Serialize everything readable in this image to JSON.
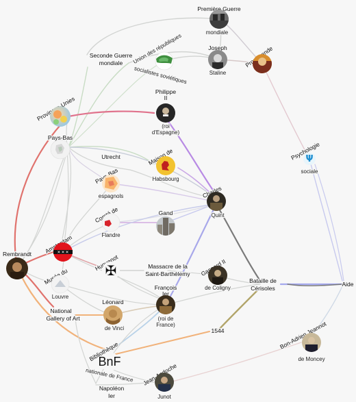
{
  "nodes": {
    "premiere_guerre": {
      "label": "Première Guerre mondiale",
      "label_top": "Première Guerre",
      "label_bottom": "mondiale"
    },
    "union_republiques": {
      "label": "Union des républiques socialistes soviétiques",
      "label_top": "Union des républiques",
      "label_bottom": "socialistes soviétiques"
    },
    "joseph_staline": {
      "label": "Joseph Staline",
      "label_top": "Joseph",
      "label_bottom": "Staline"
    },
    "propagande": {
      "label": "Propagande",
      "label_top": "Propagande"
    },
    "seconde_guerre": {
      "label_line1": "Seconde Guerre",
      "label_line2": "mondiale"
    },
    "provinces_unies": {
      "label": "Provinces-Unies",
      "label_top": "Provinces-Unies"
    },
    "philippe_ii": {
      "label": "Philippe II (roi d'Espagne)",
      "label_top1": "Philippe",
      "label_top2": "II",
      "label_b1": "(roi",
      "label_b2": "d'Espagne)"
    },
    "pays_bas": {
      "label": "Pays-Bas",
      "label_top": "Pays-Bas"
    },
    "utrecht": {
      "label": "Utrecht"
    },
    "maison_habsbourg": {
      "label": "Maison de Habsbourg",
      "label_top": "Maison de",
      "label_bottom": "Habsbourg"
    },
    "psychologie_sociale": {
      "label": "Psychologie sociale",
      "label_top": "Psychologie",
      "label_bottom": "sociale"
    },
    "pays_bas_espagnols": {
      "label": "Pays-Bas espagnols",
      "label_top": "Pays-Bas",
      "label_bottom": "espagnols"
    },
    "charles_quint": {
      "label": "Charles Quint",
      "label_top": "Charles",
      "label_bottom": "Quint"
    },
    "comte_flandre": {
      "label": "Comté de Flandre",
      "label_top": "Comté de",
      "label_bottom": "Flandre"
    },
    "gand": {
      "label": "Gand",
      "label_top": "Gand"
    },
    "amsterdam": {
      "label": "Amsterdam",
      "label_top": "Amsterdam"
    },
    "rembrandt": {
      "label": "Rembrandt",
      "label_top": "Rembrandt"
    },
    "huguenot": {
      "label": "Huguenot",
      "label_top": "Huguenot"
    },
    "massacre": {
      "label_line1": "Massacre de la",
      "label_line2": "Saint-Barthélemy"
    },
    "gaspard_coligny": {
      "label": "Gaspard II de Coligny",
      "label_top": "Gaspard II",
      "label_bottom": "de Coligny"
    },
    "bataille_cerisoles": {
      "label_line1": "Bataille de",
      "label_line2": "Cérisoles"
    },
    "aide": {
      "label": "Aide"
    },
    "musee_louvre": {
      "label": "Musée du Louvre",
      "label_top": "Musée du",
      "label_bottom": "Louvre"
    },
    "francois_ier": {
      "label": "François Ier (roi de France)",
      "label_top1": "François",
      "label_top2": "Ier",
      "label_b1": "(roi de",
      "label_b2": "France)"
    },
    "national_gallery": {
      "label_line1": "National",
      "label_line2": "Gallery of Art"
    },
    "leonard_vinci": {
      "label": "Léonard de Vinci",
      "label_top": "Léonard",
      "label_bottom": "de Vinci"
    },
    "annee_1544": {
      "label": "1544"
    },
    "bon_adrien": {
      "label": "Bon-Adrien Jeannot de Moncey",
      "label_top": "Bon-Adrien Jeannot",
      "label_bottom": "de Moncey"
    },
    "bibliotheque_nationale": {
      "label": "Bibliothèque nationale de France",
      "label_top": "Bibliothèque",
      "label_bottom": "nationale de France",
      "logo_text": "BnF"
    },
    "jean_andoche": {
      "label": "Jean-Andoche Junot",
      "label_top": "Jean-Andoche",
      "label_bottom": "Junot"
    },
    "napoleon": {
      "label_line1": "Napoléon",
      "label_line2": "Ier"
    }
  },
  "colors": {
    "background": "#f7f7f7",
    "edge_grey": "#c6cbc6",
    "edge_green": "#c7dcc3",
    "edge_purple": "#b488e0",
    "edge_red": "#e0686a",
    "edge_orange": "#f1b27a",
    "edge_blue": "#a5a9ee",
    "edge_olive": "#b2a56a",
    "edge_dark": "#7a7a7a"
  }
}
